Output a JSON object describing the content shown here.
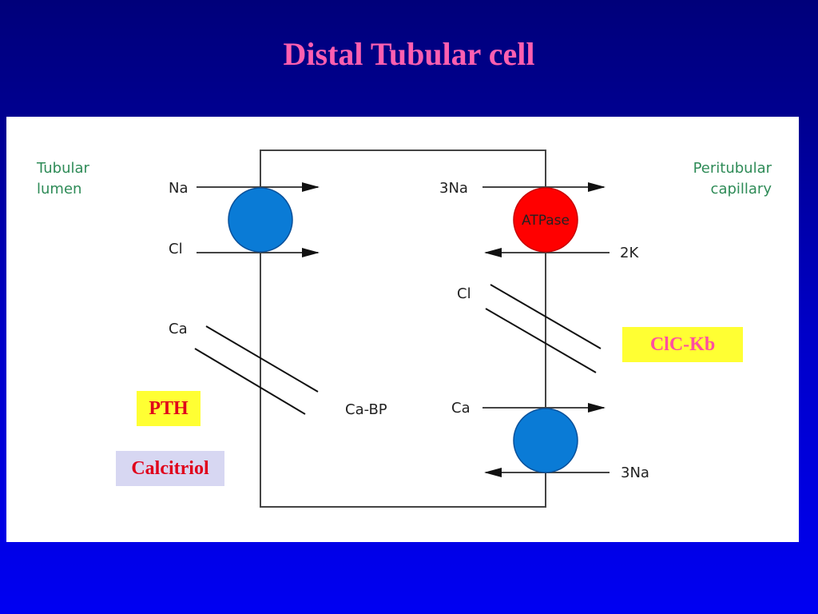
{
  "title": "Distal Tubular cell",
  "regions": {
    "left_line1": "Tubular",
    "left_line2": "lumen",
    "right_line1": "Peritubular",
    "right_line2": "capillary"
  },
  "ions": {
    "na": "Na",
    "cl_left": "Cl",
    "ca_left": "Ca",
    "na3_top": "3Na",
    "k2": "2K",
    "cl_right": "Cl",
    "ca_right": "Ca",
    "na3_bottom": "3Na"
  },
  "labels": {
    "atpase": "ATPase",
    "cabp": "Ca-BP"
  },
  "boxes": {
    "pth": "PTH",
    "calcitriol": "Calcitriol",
    "clckb": "ClC-Kb"
  },
  "colors": {
    "transporter_blue": "#0a7bd6",
    "atpase_red": "#ff0000",
    "title_pink": "#ff5fb0"
  }
}
